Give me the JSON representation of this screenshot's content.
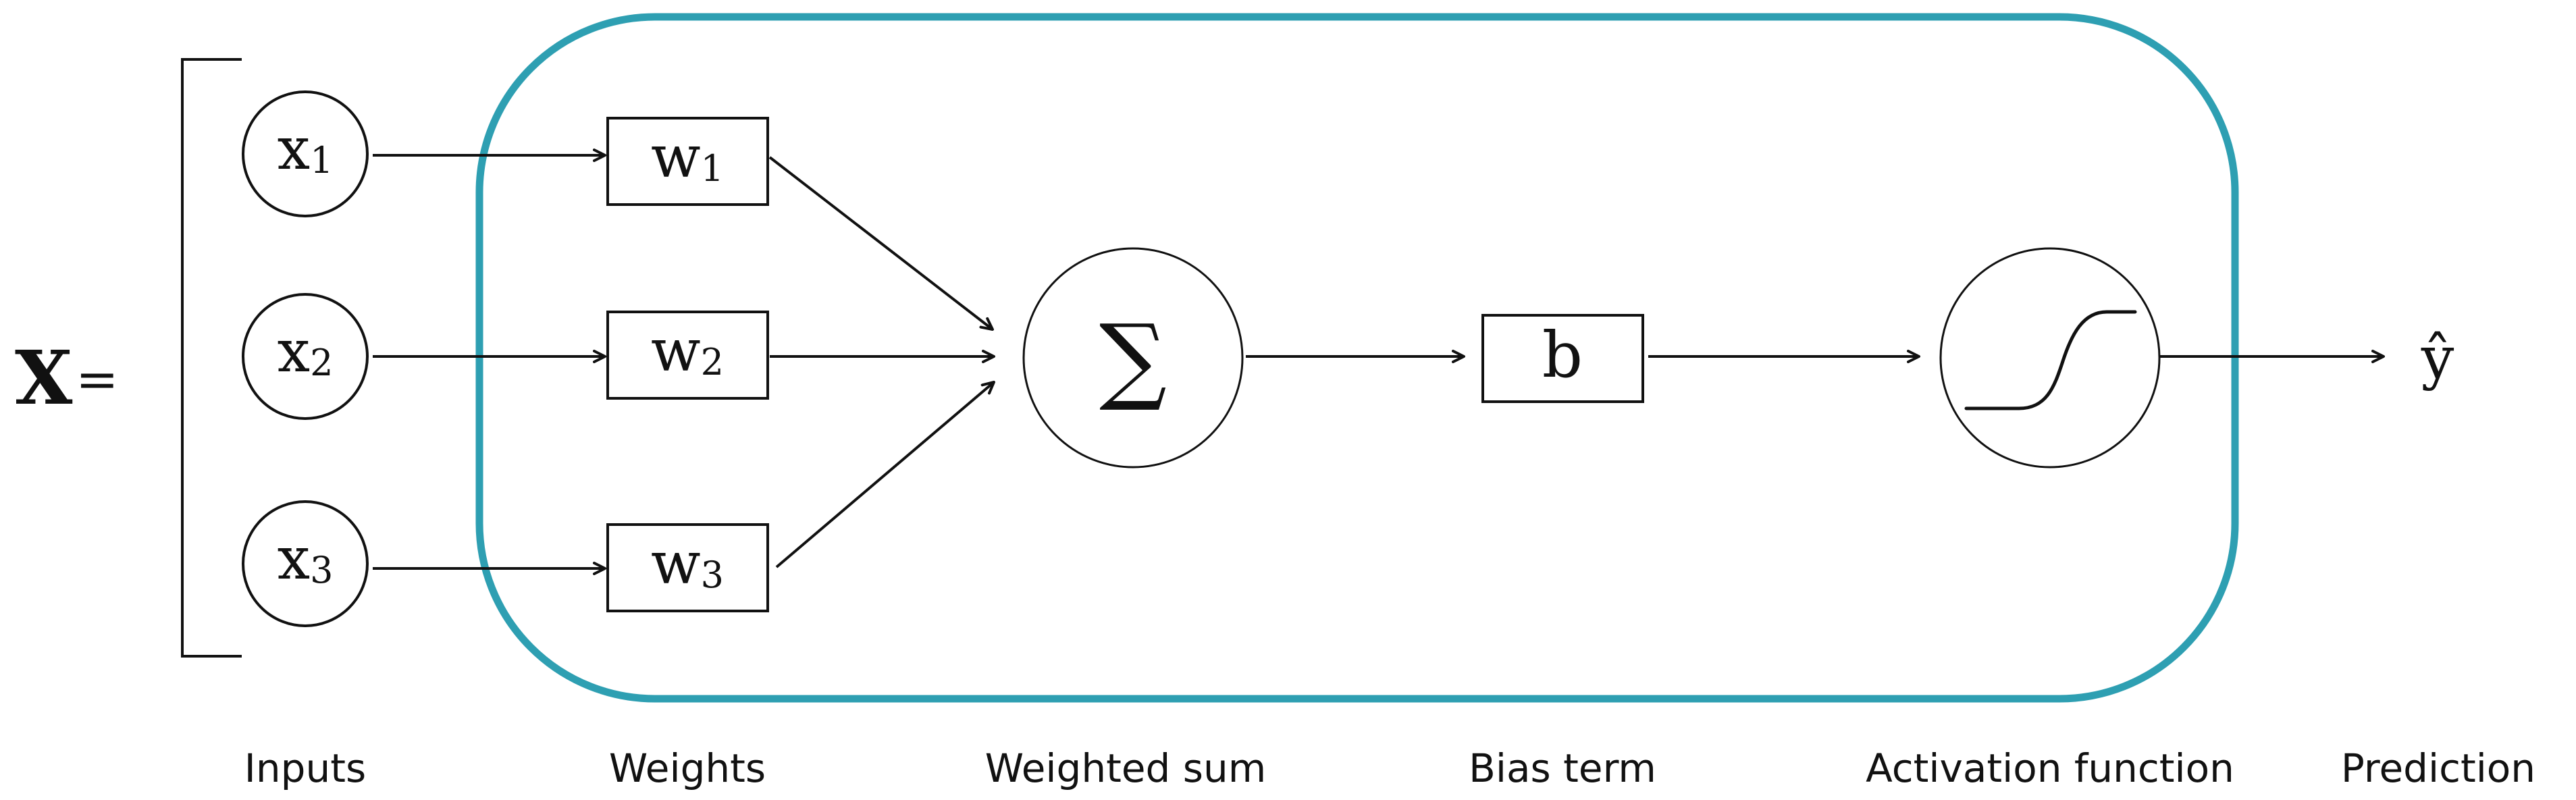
{
  "vector": {
    "label": "X",
    "equals": "="
  },
  "inputs": [
    {
      "base": "x",
      "sub": "1"
    },
    {
      "base": "x",
      "sub": "2"
    },
    {
      "base": "x",
      "sub": "3"
    }
  ],
  "weights": [
    {
      "base": "w",
      "sub": "1"
    },
    {
      "base": "w",
      "sub": "2"
    },
    {
      "base": "w",
      "sub": "3"
    }
  ],
  "sum_symbol": "∑",
  "bias_symbol": "b",
  "output_symbol": "ŷ",
  "captions": {
    "inputs": "Inputs",
    "weights": "Weights",
    "weighted_sum": "Weighted sum",
    "bias_term": "Bias term",
    "activation_function": "Activation function",
    "prediction": "Prediction"
  },
  "colors": {
    "neuron_border": "#2e9fb2",
    "stroke": "#111111"
  }
}
